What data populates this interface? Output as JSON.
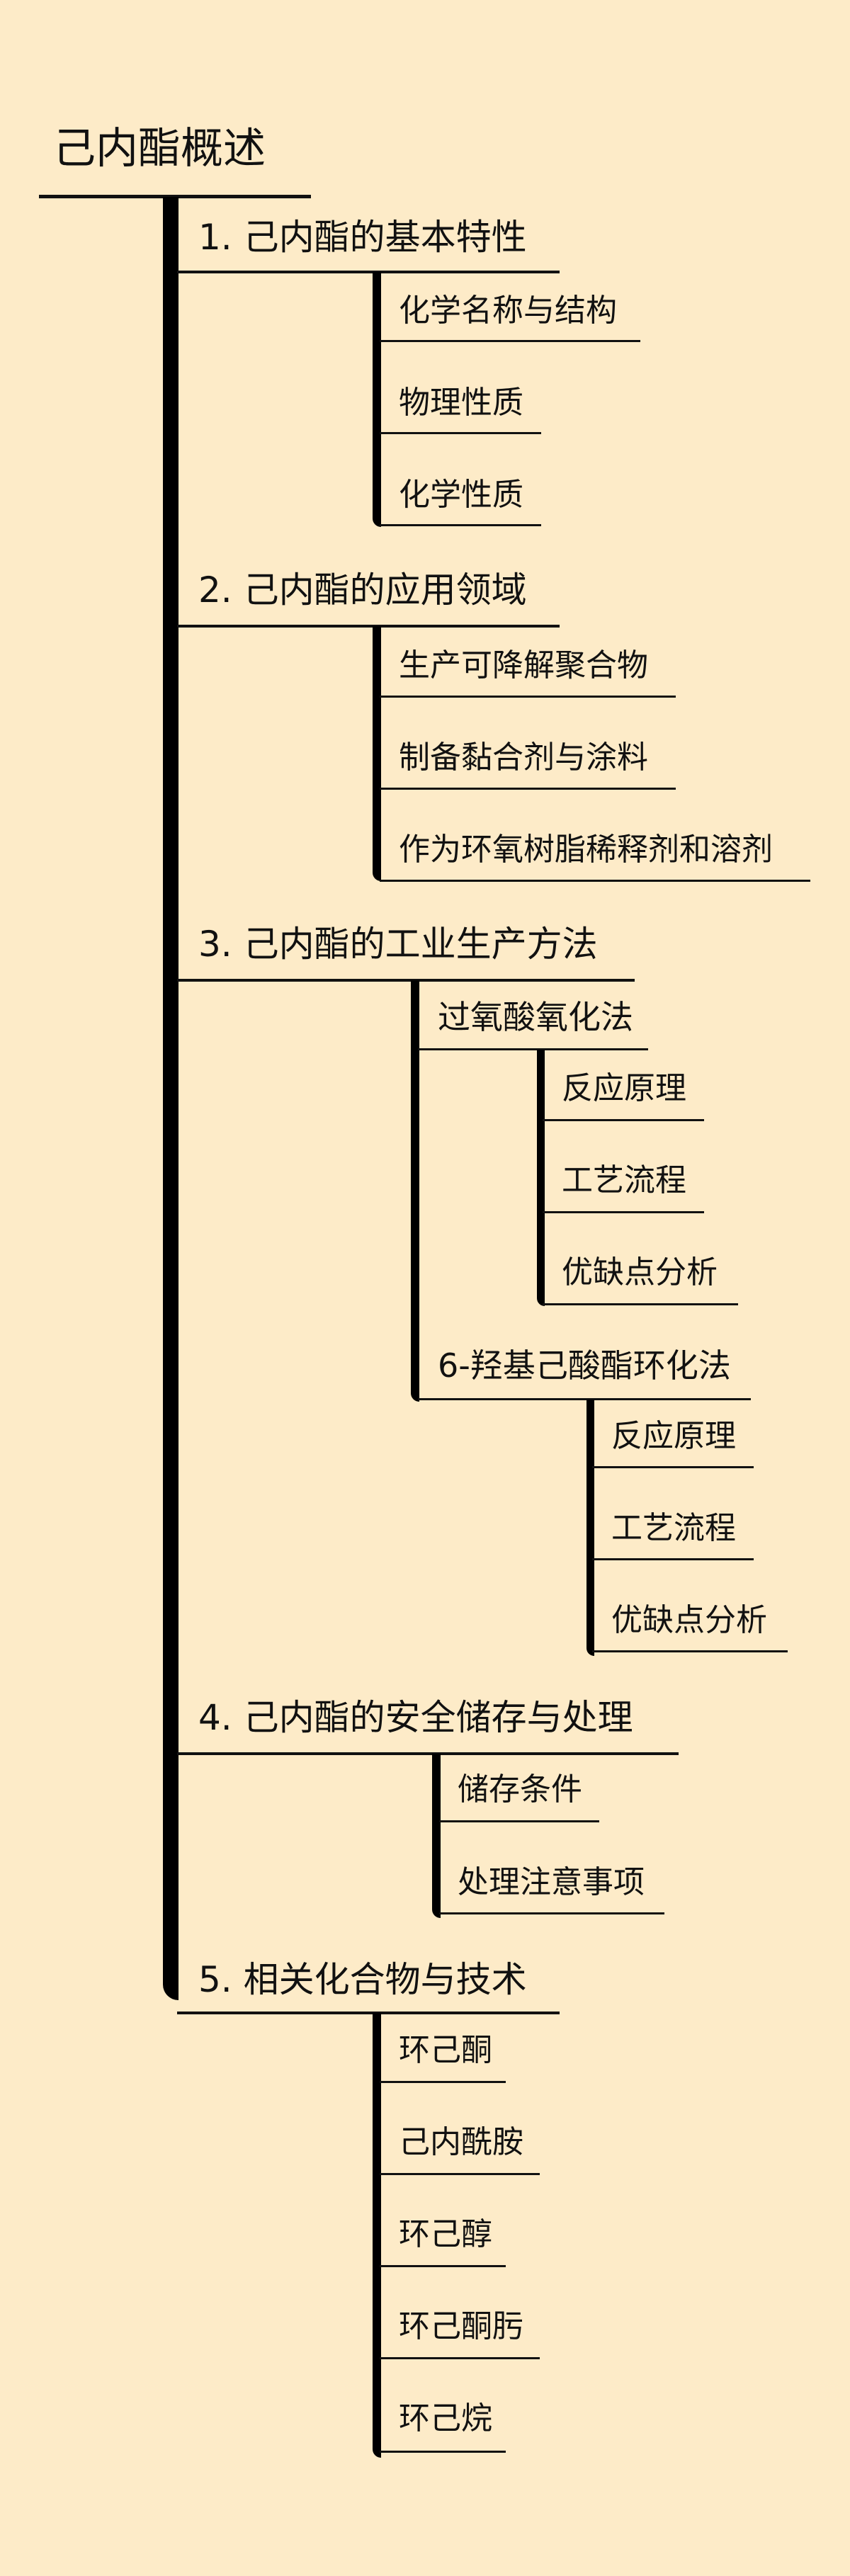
{
  "root": "己内酯概述",
  "sections": [
    {
      "label": "1. 己内酯的基本特性",
      "items": [
        "化学名称与结构",
        "物理性质",
        "化学性质"
      ]
    },
    {
      "label": "2. 己内酯的应用领域",
      "items": [
        "生产可降解聚合物",
        "制备黏合剂与涂料",
        "作为环氧树脂稀释剂和溶剂"
      ]
    },
    {
      "label": "3. 己内酯的工业生产方法",
      "methods": [
        {
          "label": "过氧酸氧化法",
          "items": [
            "反应原理",
            "工艺流程",
            "优缺点分析"
          ]
        },
        {
          "label": "6-羟基己酸酯环化法",
          "items": [
            "反应原理",
            "工艺流程",
            "优缺点分析"
          ]
        }
      ]
    },
    {
      "label": "4. 己内酯的安全储存与处理",
      "items": [
        "储存条件",
        "处理注意事项"
      ]
    },
    {
      "label": "5. 相关化合物与技术",
      "items": [
        "环己酮",
        "己内酰胺",
        "环己醇",
        "环己酮肟",
        "环己烷"
      ]
    }
  ]
}
